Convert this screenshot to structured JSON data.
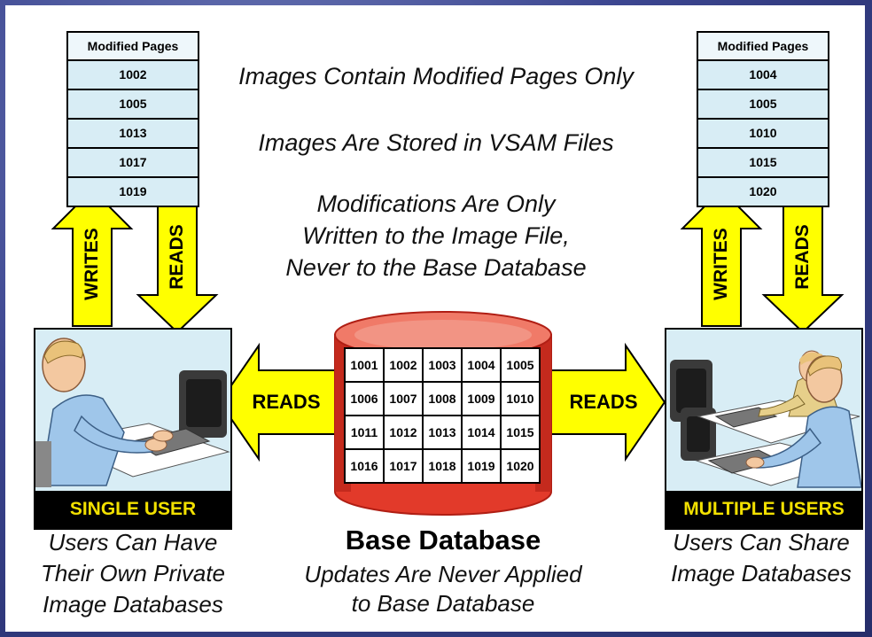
{
  "statements": {
    "line1": "Images Contain Modified Pages Only",
    "line2": "Images Are Stored in VSAM Files",
    "line3a": "Modifications Are Only",
    "line3b": "Written to the Image File,",
    "line3c": "Never to the Base Database"
  },
  "left_pages": {
    "header": "Modified Pages",
    "rows": [
      "1002",
      "1005",
      "1013",
      "1017",
      "1019"
    ]
  },
  "right_pages": {
    "header": "Modified Pages",
    "rows": [
      "1004",
      "1005",
      "1010",
      "1015",
      "1020"
    ]
  },
  "arrows": {
    "writes": "WRITES",
    "reads": "READS"
  },
  "single_user": {
    "label": "SINGLE USER",
    "caption": [
      "Users Can Have",
      "Their Own Private",
      "Image Databases"
    ]
  },
  "multiple_users": {
    "label": "MULTIPLE USERS",
    "caption": [
      "Users Can Share",
      "Image Databases"
    ]
  },
  "database": {
    "title": "Base Database",
    "caption": [
      "Updates Are Never Applied",
      "to Base Database"
    ],
    "pages": [
      [
        "1001",
        "1002",
        "1003",
        "1004",
        "1005"
      ],
      [
        "1006",
        "1007",
        "1008",
        "1009",
        "1010"
      ],
      [
        "1011",
        "1012",
        "1013",
        "1014",
        "1015"
      ],
      [
        "1016",
        "1017",
        "1018",
        "1019",
        "1020"
      ]
    ]
  },
  "colors": {
    "arrow_fill": "#ffff00",
    "cylinder": "#e23a2a",
    "page_fill": "#d8edf5",
    "user_label": "#f2e000"
  }
}
